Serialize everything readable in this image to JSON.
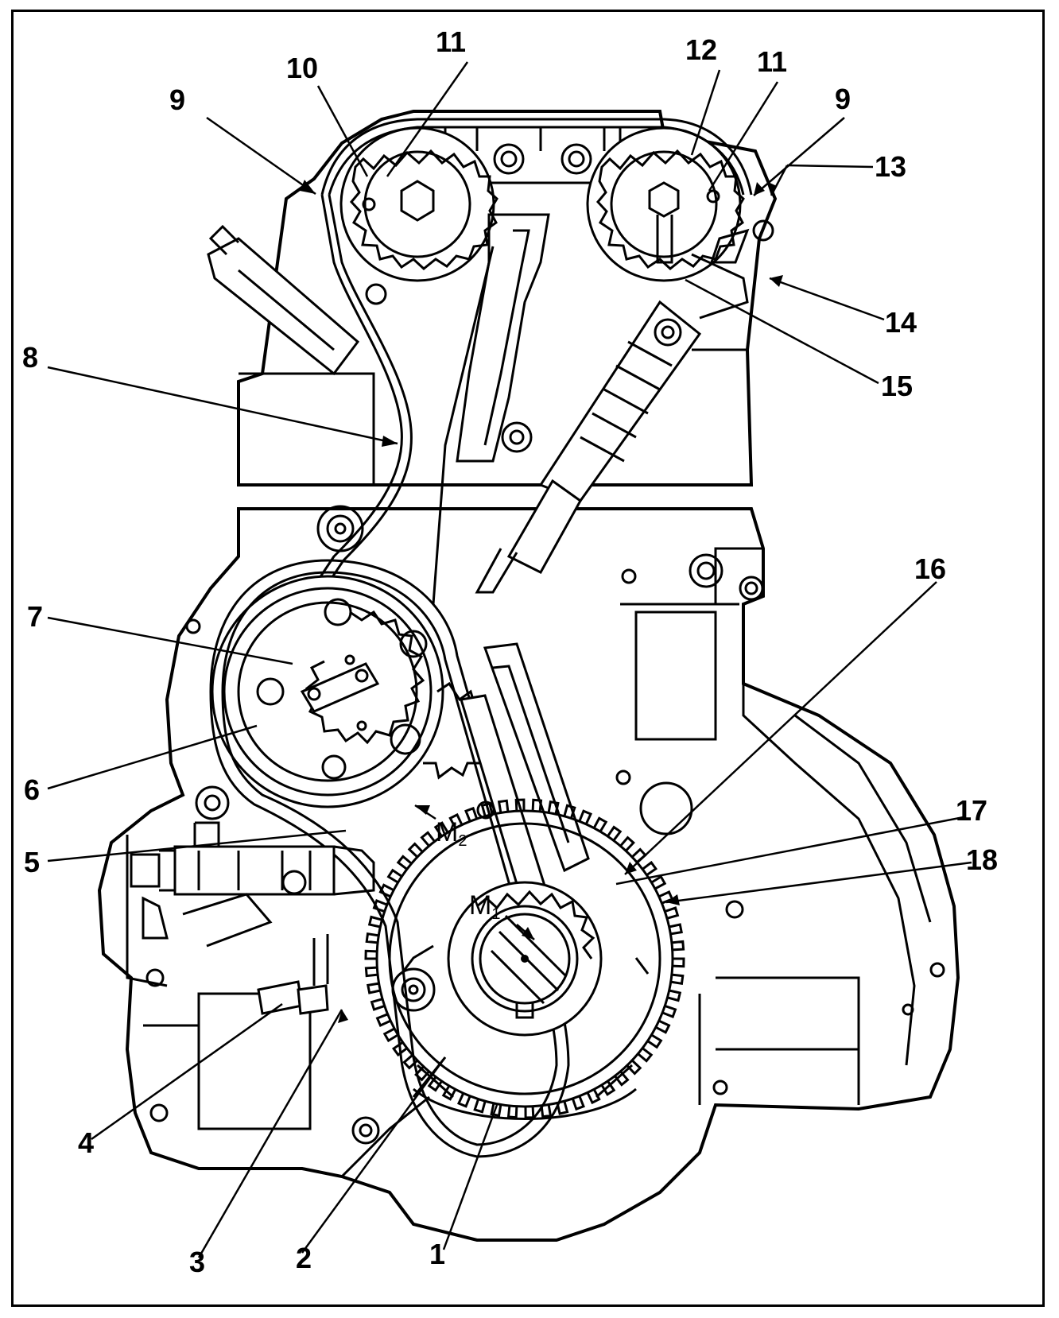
{
  "figure": {
    "background": "#ffffff",
    "ink": "#000000"
  },
  "labels": {
    "l1": "1",
    "l2": "2",
    "l3": "3",
    "l4": "4",
    "l5": "5",
    "l6": "6",
    "l7": "7",
    "l8": "8",
    "l9_left": "9",
    "l9_right": "9",
    "l10": "10",
    "l11_left": "11",
    "l11_right": "11",
    "l12": "12",
    "l13": "13",
    "l14": "14",
    "l15": "15",
    "l16": "16",
    "l17": "17",
    "l18": "18",
    "m1": "M",
    "m1_sub": "1",
    "m2": "M",
    "m2_sub": "2"
  }
}
